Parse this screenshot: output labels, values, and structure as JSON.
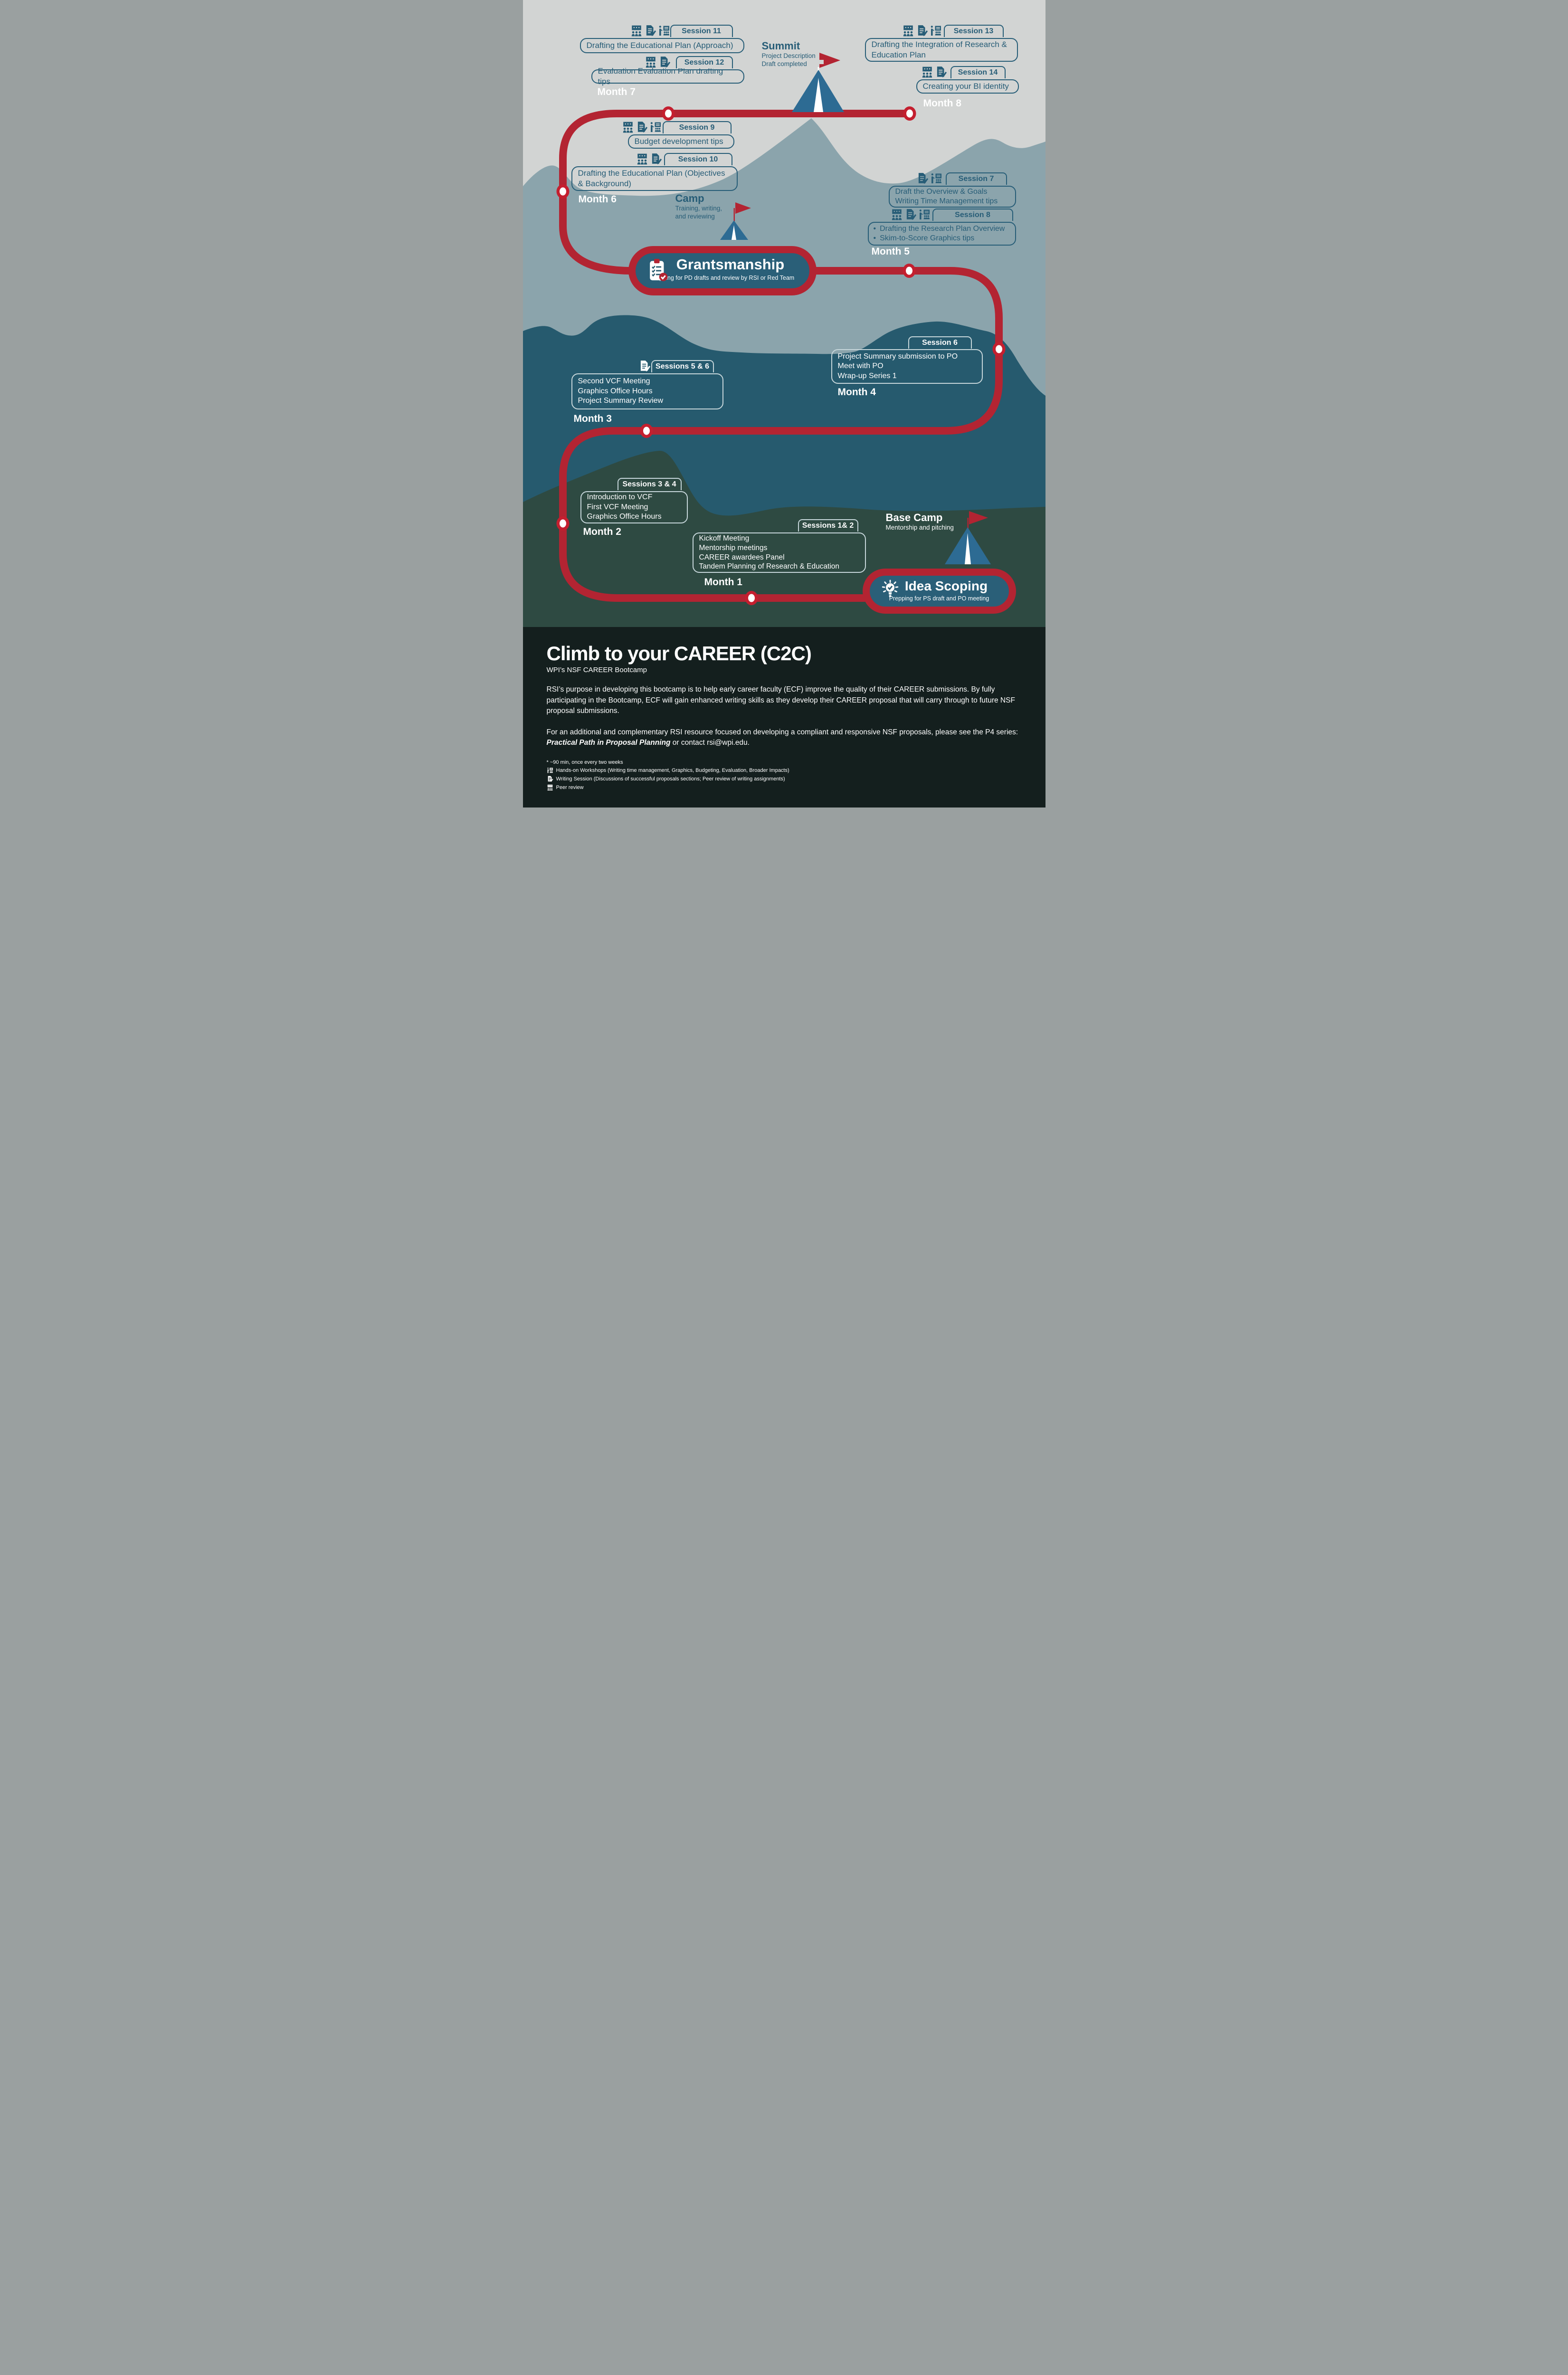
{
  "palette": {
    "canvas_bg": "#d2d4d3",
    "mountain_mid": "#8ba4ac",
    "mountain_teal": "#265a6e",
    "mountain_green": "#2e4a42",
    "footer_bg": "#141f1e",
    "road_red": "#b32432",
    "node_red": "#c41f2f",
    "ink_blue": "#275d77",
    "tent_blue": "#2d6b93",
    "capsule_fill": "#2a5f78",
    "pale_border": "#c6d6da"
  },
  "months": [
    "Month 7",
    "Month 8",
    "Month 6",
    "Month 5",
    "Month 4",
    "Month 3",
    "Month 2",
    "Month 1"
  ],
  "stations": [
    {
      "id": "s11",
      "label": "Session 11",
      "icons": [
        "peer-review",
        "writing-session",
        "hands-on-workshop"
      ],
      "lines": [
        "Drafting the Educational Plan (Approach)"
      ],
      "bullets": false
    },
    {
      "id": "s12",
      "label": "Session 12",
      "icons": [
        "peer-review",
        "writing-session"
      ],
      "lines": [
        "Evaluation Evaluation Plan drafting tips"
      ],
      "bullets": false
    },
    {
      "id": "s13",
      "label": "Session 13",
      "icons": [
        "peer-review",
        "writing-session",
        "hands-on-workshop"
      ],
      "lines": [
        "Drafting the Integration of Research & Education Plan"
      ],
      "bullets": false
    },
    {
      "id": "s14",
      "label": "Session 14",
      "icons": [
        "peer-review",
        "writing-session"
      ],
      "lines": [
        "Creating your BI identity"
      ],
      "bullets": false
    },
    {
      "id": "s9",
      "label": "Session 9",
      "icons": [
        "peer-review",
        "writing-session",
        "hands-on-workshop"
      ],
      "lines": [
        "Budget development tips"
      ],
      "bullets": false
    },
    {
      "id": "s10",
      "label": "Session 10",
      "icons": [
        "peer-review",
        "writing-session"
      ],
      "lines": [
        "Drafting the Educational Plan (Objectives & Background)"
      ],
      "bullets": false
    },
    {
      "id": "s7",
      "label": "Session 7",
      "icons": [
        "writing-session",
        "hands-on-workshop"
      ],
      "lines": [
        "Draft the Overview & Goals",
        "Writing Time Management tips"
      ],
      "bullets": false
    },
    {
      "id": "s8",
      "label": "Session 8",
      "icons": [
        "peer-review",
        "writing-session",
        "hands-on-workshop"
      ],
      "lines": [
        "Drafting the Research Plan Overview",
        "Skim-to-Score Graphics tips"
      ],
      "bullets": true
    },
    {
      "id": "s6",
      "label": "Session 6",
      "icons": [],
      "lines": [
        "Project Summary submission to PO",
        "Meet with PO",
        "Wrap-up Series 1"
      ],
      "bullets": false
    },
    {
      "id": "s56",
      "label": "Sessions 5 & 6",
      "icons": [
        "writing-session"
      ],
      "lines": [
        "Second VCF Meeting",
        "Graphics Office Hours",
        "Project Summary Review"
      ],
      "bullets": false
    },
    {
      "id": "s34",
      "label": "Sessions 3 & 4",
      "icons": [],
      "lines": [
        "Introduction to VCF",
        "First VCF Meeting",
        "Graphics Office Hours"
      ],
      "bullets": false
    },
    {
      "id": "s12x",
      "label": "Sessions 1& 2",
      "icons": [],
      "lines": [
        "Kickoff Meeting",
        "Mentorship meetings",
        "CAREER awardees Panel",
        "Tandem Planning of Research & Education"
      ],
      "bullets": false
    }
  ],
  "landmarks": [
    {
      "id": "summit",
      "title": "Summit",
      "lines": [
        "Project Description",
        "Draft completed"
      ]
    },
    {
      "id": "camp",
      "title": "Camp",
      "lines": [
        "Training, writing,",
        "and reviewing"
      ]
    },
    {
      "id": "basecamp",
      "title": "Base Camp",
      "lines": [
        "Mentorship and pitching"
      ]
    }
  ],
  "capsules": [
    {
      "id": "grantsmanship",
      "title": "Grantsmanship",
      "subtitle": "Prepping for PD drafts and review by RSI or Red Team",
      "icon": "clipboard-check"
    },
    {
      "id": "idea-scoping",
      "title": "Idea Scoping",
      "subtitle": "Prepping for PS draft and PO meeting",
      "icon": "lightbulb-check"
    }
  ],
  "footer": {
    "title": "Climb to your CAREER (C2C)",
    "subtitle": "WPI’s NSF CAREER Bootcamp",
    "paragraph1": "RSI’s purpose in developing this bootcamp is to help early career faculty (ECF) improve the quality of their CAREER submissions. By fully participating in the Bootcamp, ECF will gain enhanced writing skills as they develop their CAREER proposal that will carry through to future NSF proposal submissions.",
    "paragraph2_prefix": "For an additional and complementary RSI resource focused on developing a compliant and responsive NSF proposals, please see the P4 series: ",
    "paragraph2_bold_italic": "Practical Path in Proposal Planning",
    "paragraph2_suffix": " or contact rsi@wpi.edu.",
    "footnote": "* ~90 min, once every two weeks",
    "legend": [
      {
        "icon": "hands-on-workshop",
        "text": "Hands-on Workshops (Writing time management, Graphics, Budgeting, Evaluation, Broader Impacts)"
      },
      {
        "icon": "writing-session",
        "text": "Writing Session (Discussions of successful proposals sections; Peer review of writing assignments)"
      },
      {
        "icon": "peer-review",
        "text": "Peer review"
      }
    ]
  }
}
